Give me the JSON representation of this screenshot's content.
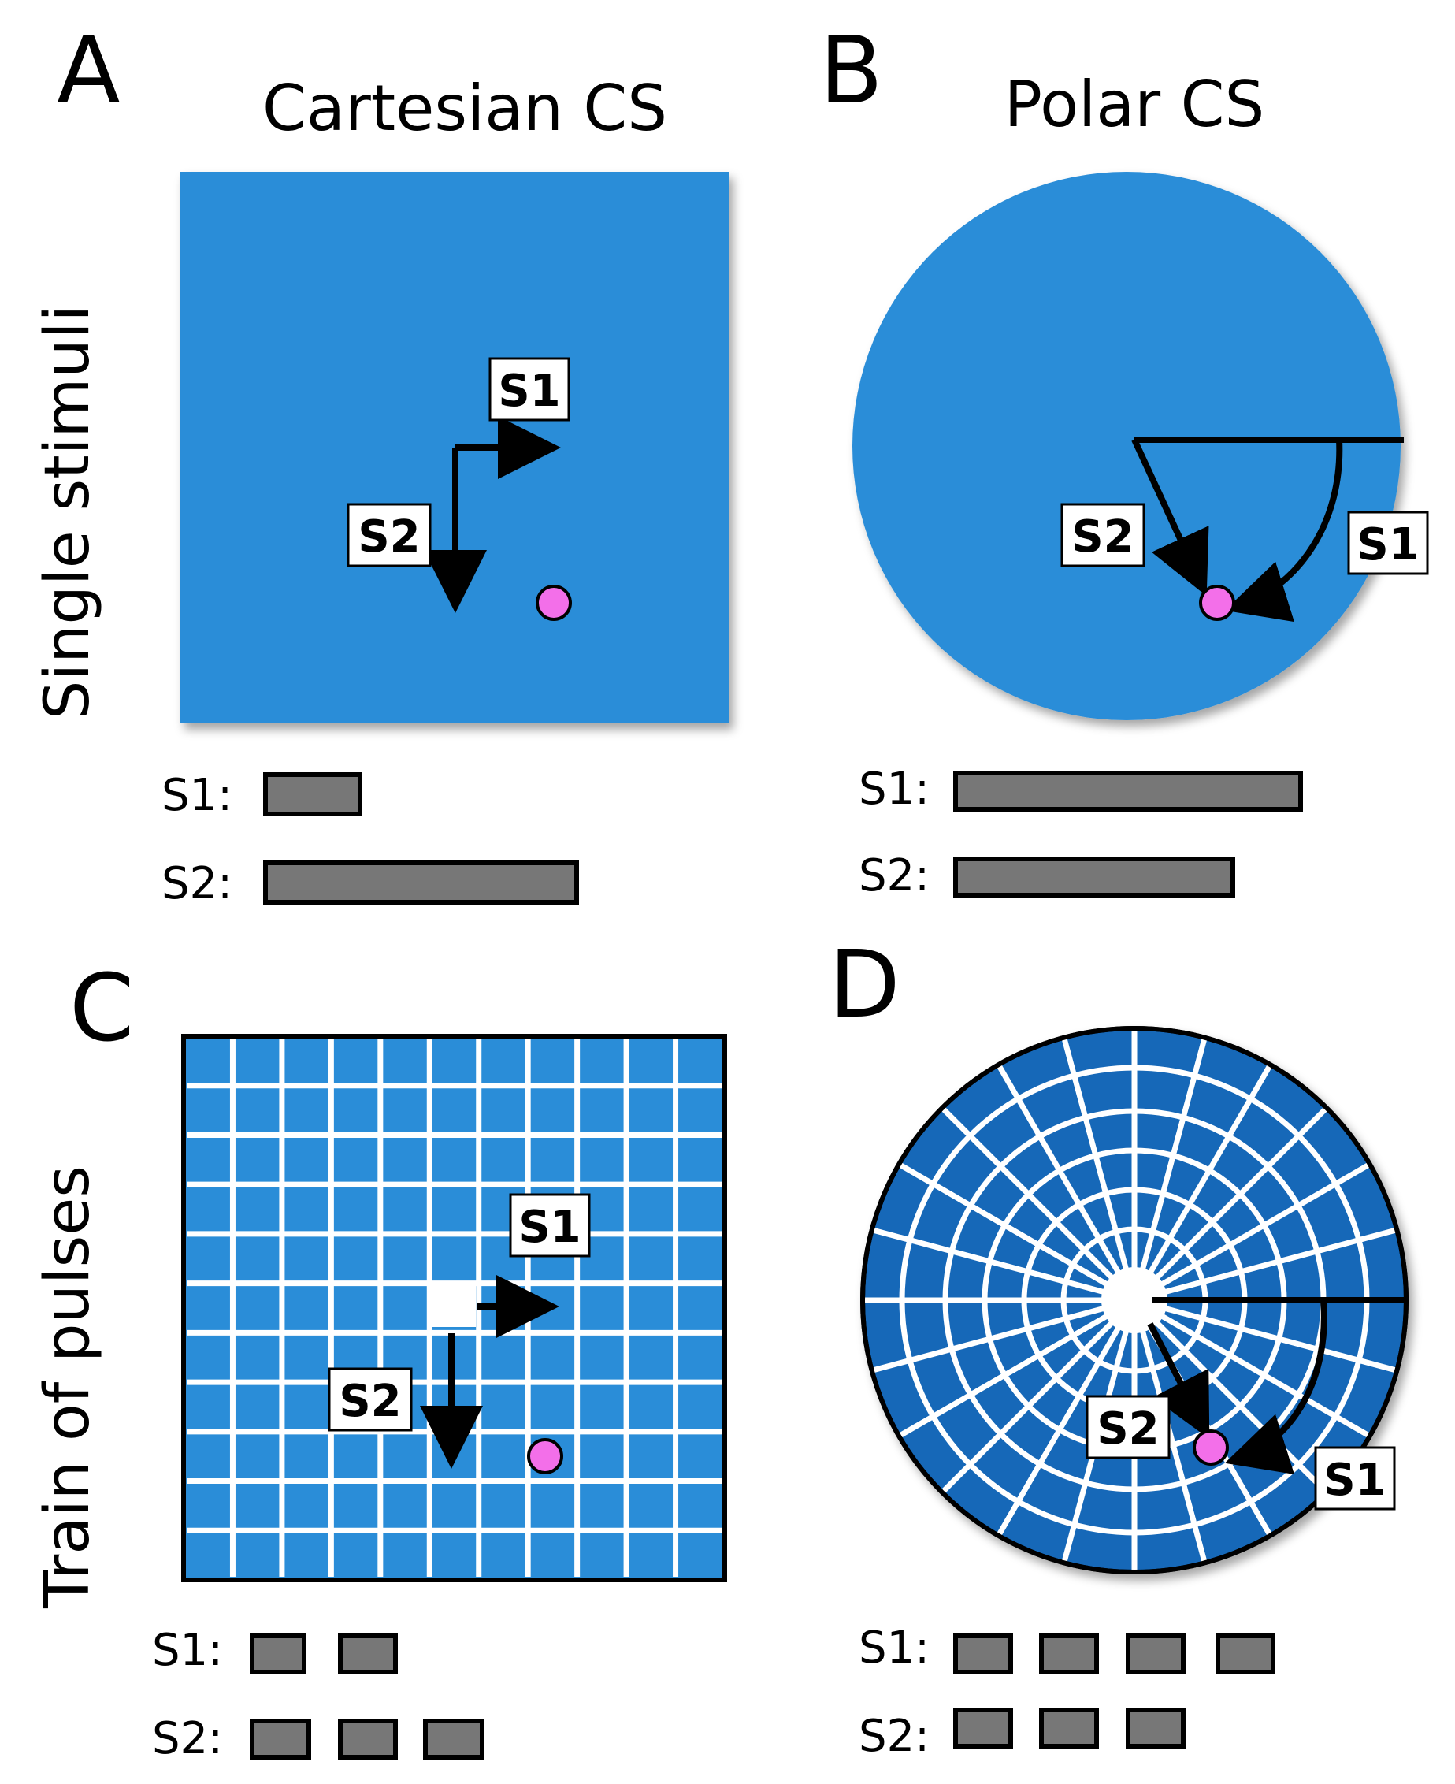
{
  "panels": {
    "A": {
      "letter": "A",
      "title": "Cartesian CS"
    },
    "B": {
      "letter": "B",
      "title": "Polar CS"
    },
    "C": {
      "letter": "C"
    },
    "D": {
      "letter": "D"
    }
  },
  "rows": {
    "top": "Single stimuli",
    "bottom": "Train of pulses"
  },
  "tags": {
    "s1": "S1",
    "s2": "S2"
  },
  "bar_labels": {
    "s1": "S1:",
    "s2": "S2:"
  },
  "colors": {
    "field_light": "#2a8dd8",
    "field_dark": "#1668b8",
    "target": "#f36fe9",
    "pulse": "#777777"
  }
}
